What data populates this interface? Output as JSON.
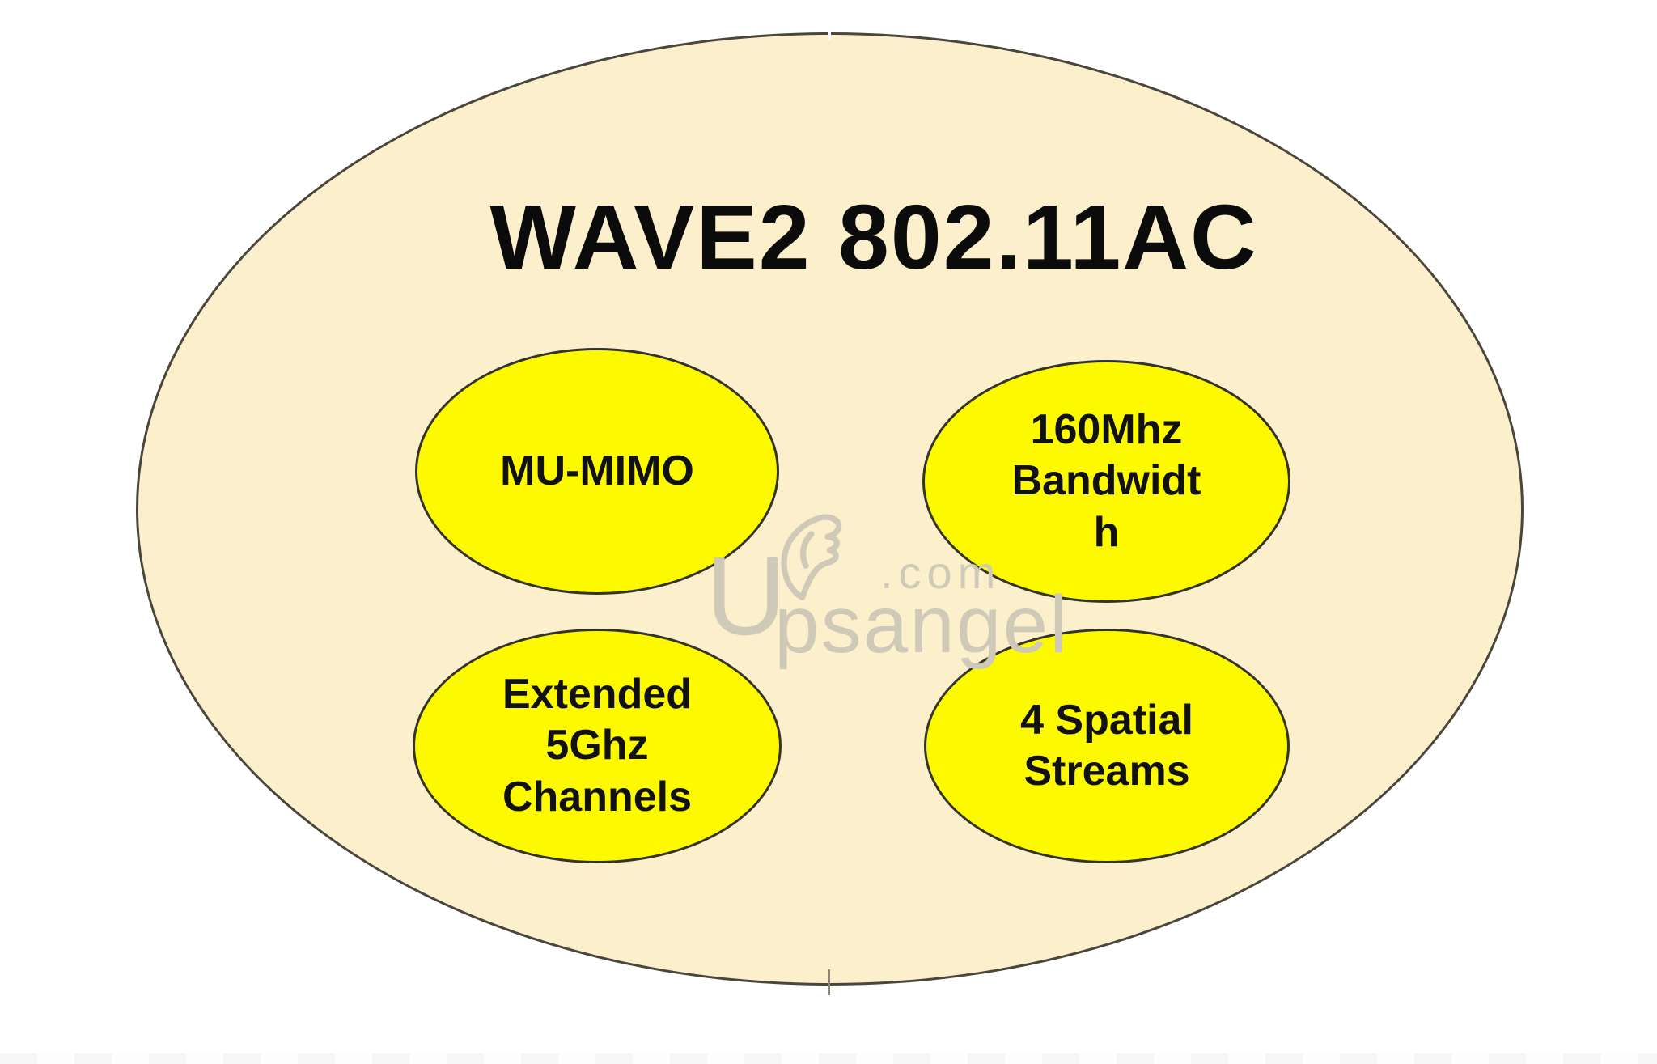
{
  "diagram": {
    "title": "WAVE2 802.11AC",
    "nodes": [
      {
        "id": "mu-mimo",
        "label": "MU-MIMO"
      },
      {
        "id": "160mhz-bandwidth",
        "label": "160Mhz\nBandwidt\nh"
      },
      {
        "id": "extended-5ghz-channels",
        "label": "Extended\n5Ghz\nChannels"
      },
      {
        "id": "4-spatial-streams",
        "label": "4 Spatial\nStreams"
      }
    ],
    "colors": {
      "outer_ellipse_fill": "#FCF0CC",
      "node_fill": "#FDFA00",
      "outline": "#4A463C",
      "node_outline": "#33332B",
      "text": "#0B0B0B"
    }
  },
  "watermark": {
    "icon": "wing-icon",
    "initial": "U",
    "rest": "psangel",
    "tld": ".com",
    "color": "#CFC9B8"
  }
}
